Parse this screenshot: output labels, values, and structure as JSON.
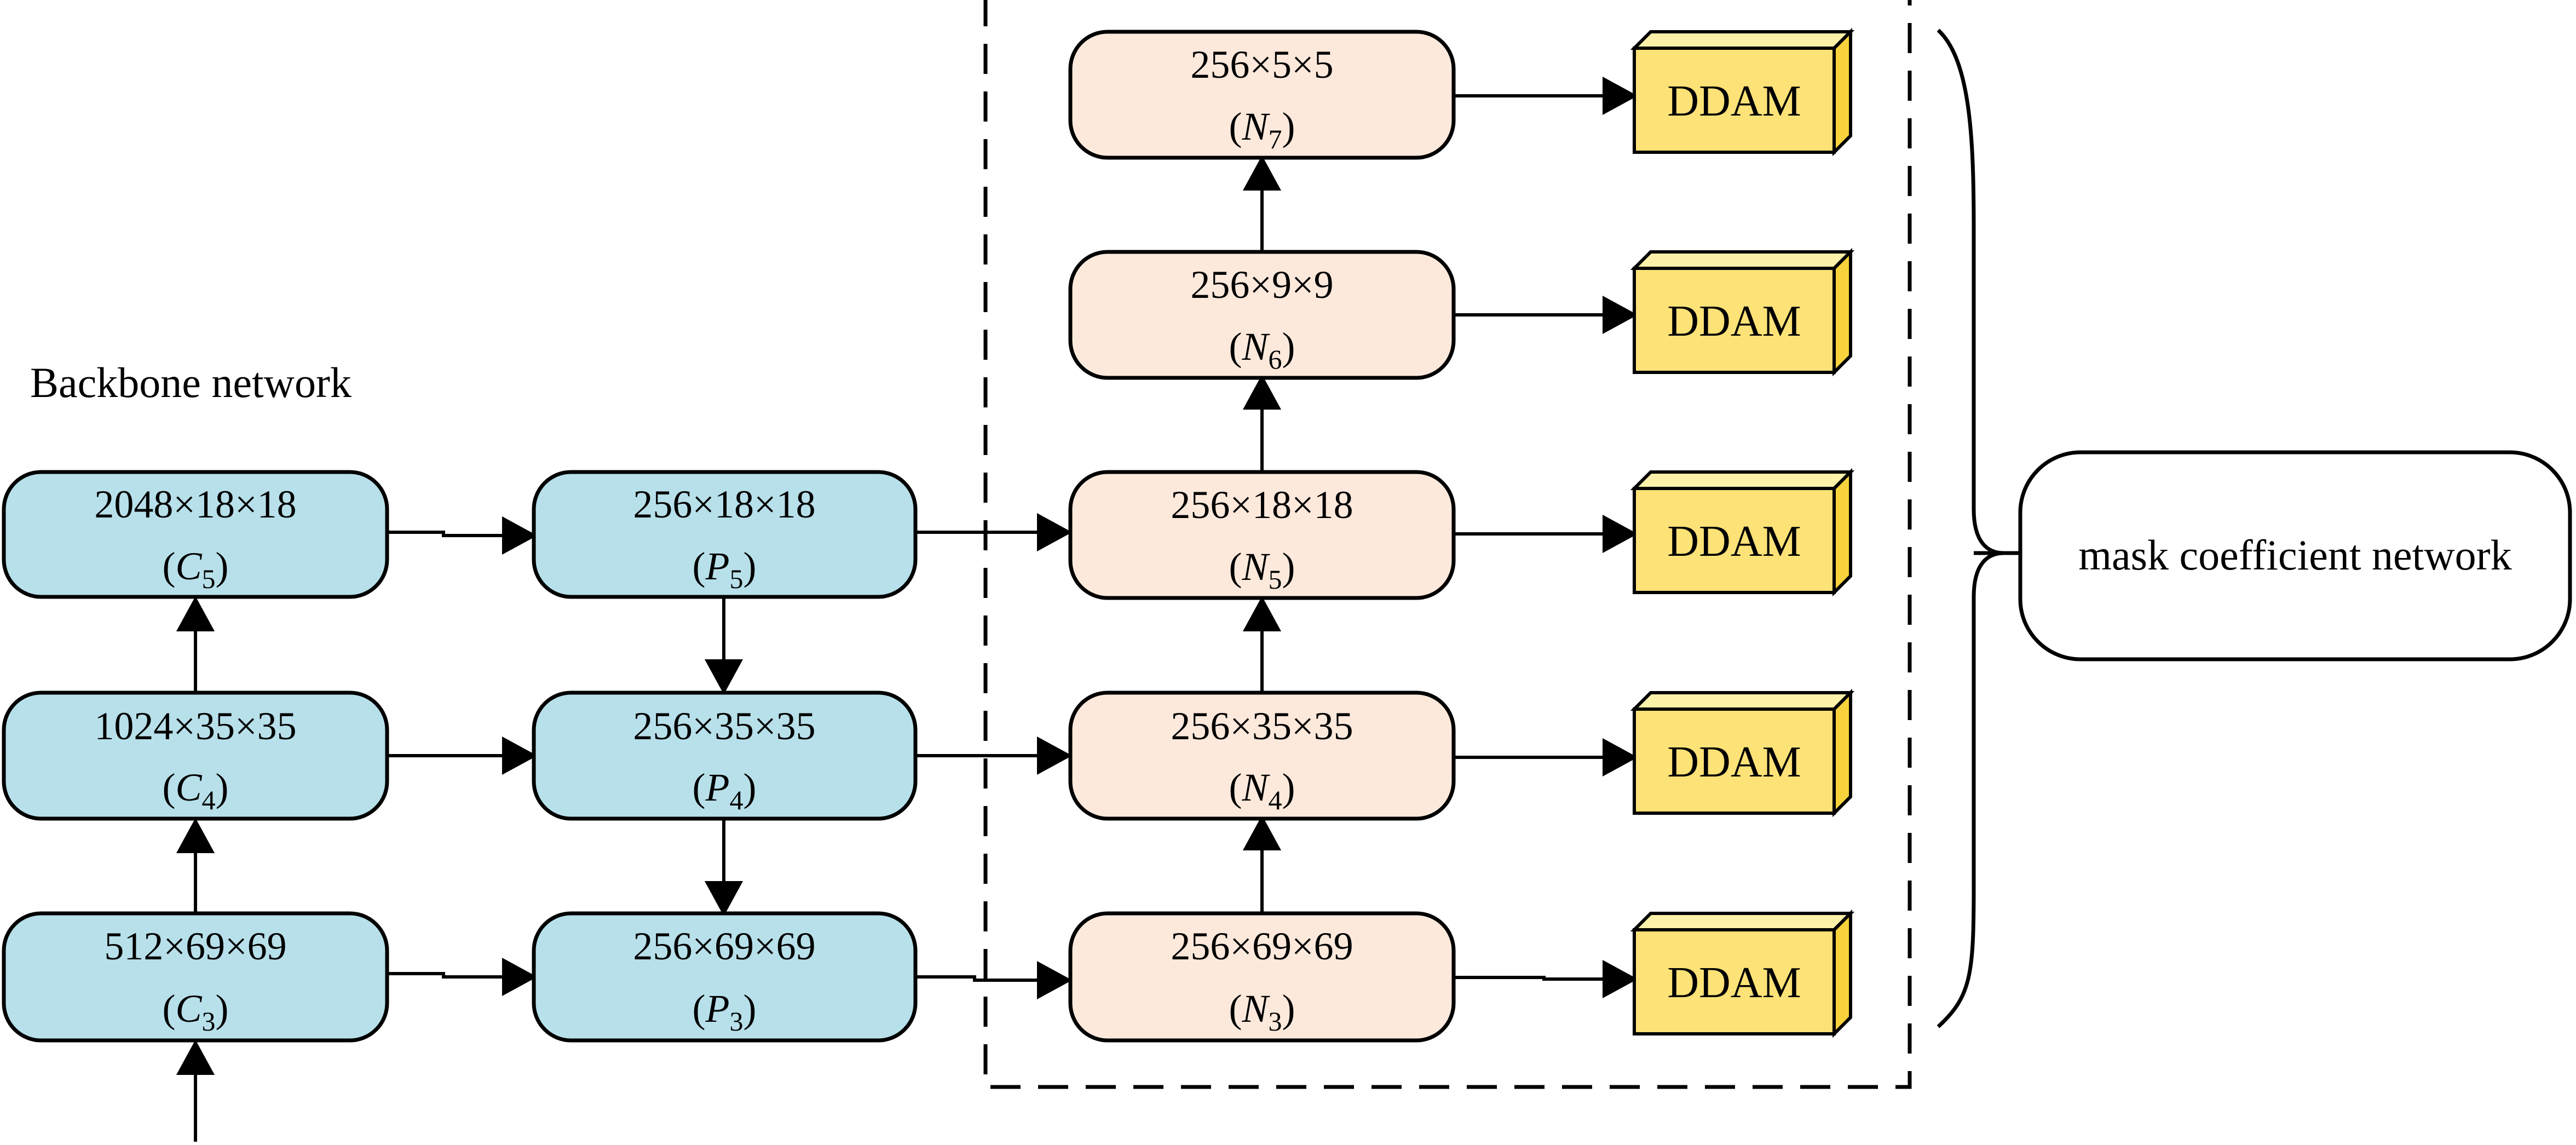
{
  "title": "Backbone network",
  "backbone": {
    "c5": {
      "dims": "2048×18×18",
      "letter": "C",
      "sub": "5"
    },
    "c4": {
      "dims": "1024×35×35",
      "letter": "C",
      "sub": "4"
    },
    "c3": {
      "dims": "512×69×69",
      "letter": "C",
      "sub": "3"
    }
  },
  "fpn": {
    "p5": {
      "dims": "256×18×18",
      "letter": "P",
      "sub": "5"
    },
    "p4": {
      "dims": "256×35×35",
      "letter": "P",
      "sub": "4"
    },
    "p3": {
      "dims": "256×69×69",
      "letter": "P",
      "sub": "3"
    }
  },
  "pan": {
    "n7": {
      "dims": "256×5×5",
      "letter": "N",
      "sub": "7"
    },
    "n6": {
      "dims": "256×9×9",
      "letter": "N",
      "sub": "6"
    },
    "n5": {
      "dims": "256×18×18",
      "letter": "N",
      "sub": "5"
    },
    "n4": {
      "dims": "256×35×35",
      "letter": "N",
      "sub": "4"
    },
    "n3": {
      "dims": "256×69×69",
      "letter": "N",
      "sub": "3"
    }
  },
  "ddam_label": "DDAM",
  "mask_label": "mask coefficient network",
  "colors": {
    "backbone_fill": "#b7e0ea",
    "pan_fill": "#fde9dc",
    "ddam_front": "#fde277",
    "ddam_top": "#fdf1a9",
    "ddam_side": "#f7d23c",
    "stroke": "#000000"
  }
}
